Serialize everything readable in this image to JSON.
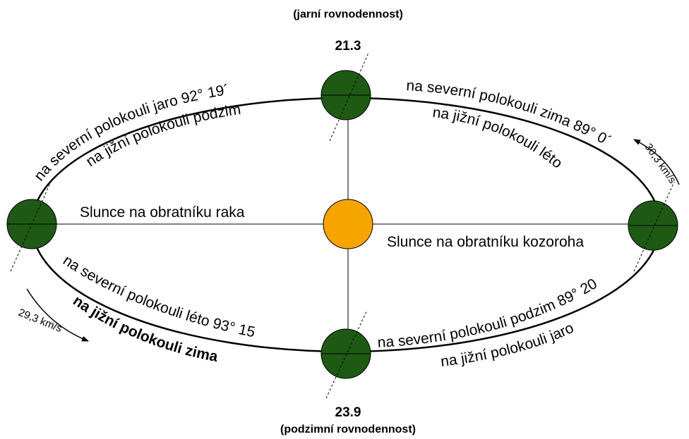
{
  "dates": {
    "top": "21.3",
    "top_caption": "(jarní rovnodennost)",
    "bottom": "23.9",
    "bottom_caption": "(podzimní rovnodennost)"
  },
  "labels": {
    "sun_left": "Slunce na obratníku raka",
    "sun_right": "Slunce na obratníku kozoroha"
  },
  "arcs": {
    "top_left_outer": "na severní polokouli jaro 92° 19´",
    "top_left_inner": "na jižní polokouli podzim",
    "top_right_outer": "na severní polokouli zima 89° 0´",
    "top_right_inner": "na jižní polokouli léto",
    "bottom_left_outer": "na severní polokouli léto 93° 15",
    "bottom_left_inner": "na jižní polokouli zima",
    "bottom_right_outer": "na severní polokouli podzim 89° 20",
    "bottom_right_inner": "na jižní polokouli jaro"
  },
  "speeds": {
    "right": "30,3 km/s",
    "left": "29,3 km/s"
  },
  "colors": {
    "earth": "#1e5a14",
    "sun": "#f5a400",
    "lines": "#000000"
  }
}
